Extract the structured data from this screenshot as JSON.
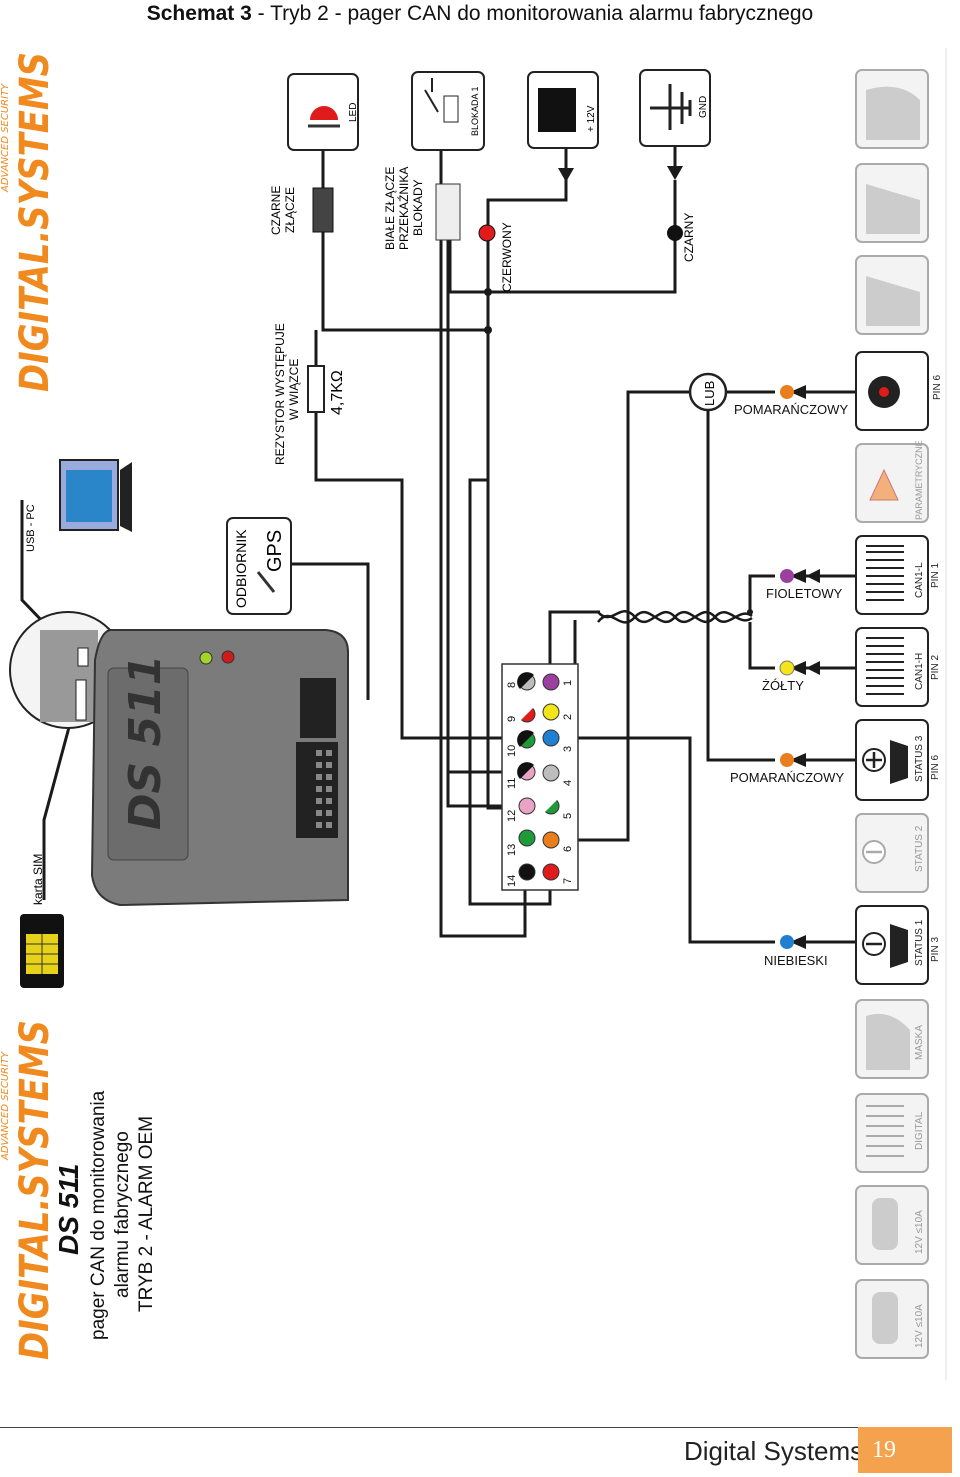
{
  "header": {
    "title_bold": "Schemat 3",
    "title_rest": " - Tryb 2 - pager CAN do monitorowania alarmu fabrycznego"
  },
  "branding": {
    "logo": "DIGITAL.SYSTEMS",
    "tagline": "ADVANCED SECURITY"
  },
  "product": {
    "model": "DS 511",
    "desc_line1": "pager CAN do monitorowania",
    "desc_line2": "alarmu fabrycznego",
    "desc_line3": "TRYB 2 - ALARM OEM"
  },
  "labels": {
    "sim": "karta SIM",
    "usb": "USB - PC",
    "gps_line1": "ODBIORNIK",
    "gps_line2": "GPS",
    "resistor_line1": "REZYSTOR WYSTĘPUJE",
    "resistor_line2": "W WIĄZCE",
    "resistor_value": "4,7KΩ",
    "black_conn_line1": "CZARNE",
    "black_conn_line2": "ZŁĄCZE",
    "white_conn_line1": "BIAŁE ZŁĄCZE",
    "white_conn_line2": "PRZEKAŹNIKA",
    "white_conn_line3": "BLOKADY",
    "red": "CZERWONY",
    "black": "CZARNY",
    "led": "LED",
    "blokada": "BLOKADA 1",
    "plus12": "+ 12V",
    "gnd": "GND",
    "lub": "LUB",
    "orange_top": "POMARAŃCZOWY",
    "violet": "FIOLETOWY",
    "yellow": "ŻÓŁTY",
    "orange_mid": "POMARAŃCZOWY",
    "blue": "NIEBIESKI",
    "pin6_top": "PIN 6",
    "param": "PARAMETRYCZNE",
    "canl": "CAN1-L",
    "pin1": "PIN 1",
    "canh": "CAN1-H",
    "pin2": "PIN 2",
    "status3": "STATUS 3",
    "pin6_mid": "PIN 6",
    "status2": "STATUS 2",
    "status1": "STATUS 1",
    "pin3": "PIN 3",
    "maska": "MASKA",
    "digital": "DIGITAL",
    "out1": "12V ≤10A",
    "out2": "12V ≤10A"
  },
  "connector_pins": {
    "top_row": [
      "8",
      "9",
      "10",
      "11",
      "12",
      "13",
      "14"
    ],
    "bottom_row": [
      "1",
      "2",
      "3",
      "4",
      "5",
      "6",
      "7"
    ]
  },
  "colors": {
    "violet": "#9b3fa0",
    "yellow": "#f3e51a",
    "blue": "#1f7fd0",
    "grey": "#bdbdbd",
    "orange": "#e87e1e",
    "red": "#e01b1b",
    "green": "#1f9a3a",
    "pink": "#e8a3c5",
    "accent_footer": "#f4a24e",
    "wire": "#1a1a1a"
  },
  "footer": {
    "brand": "Digital Systems",
    "page": "19"
  }
}
